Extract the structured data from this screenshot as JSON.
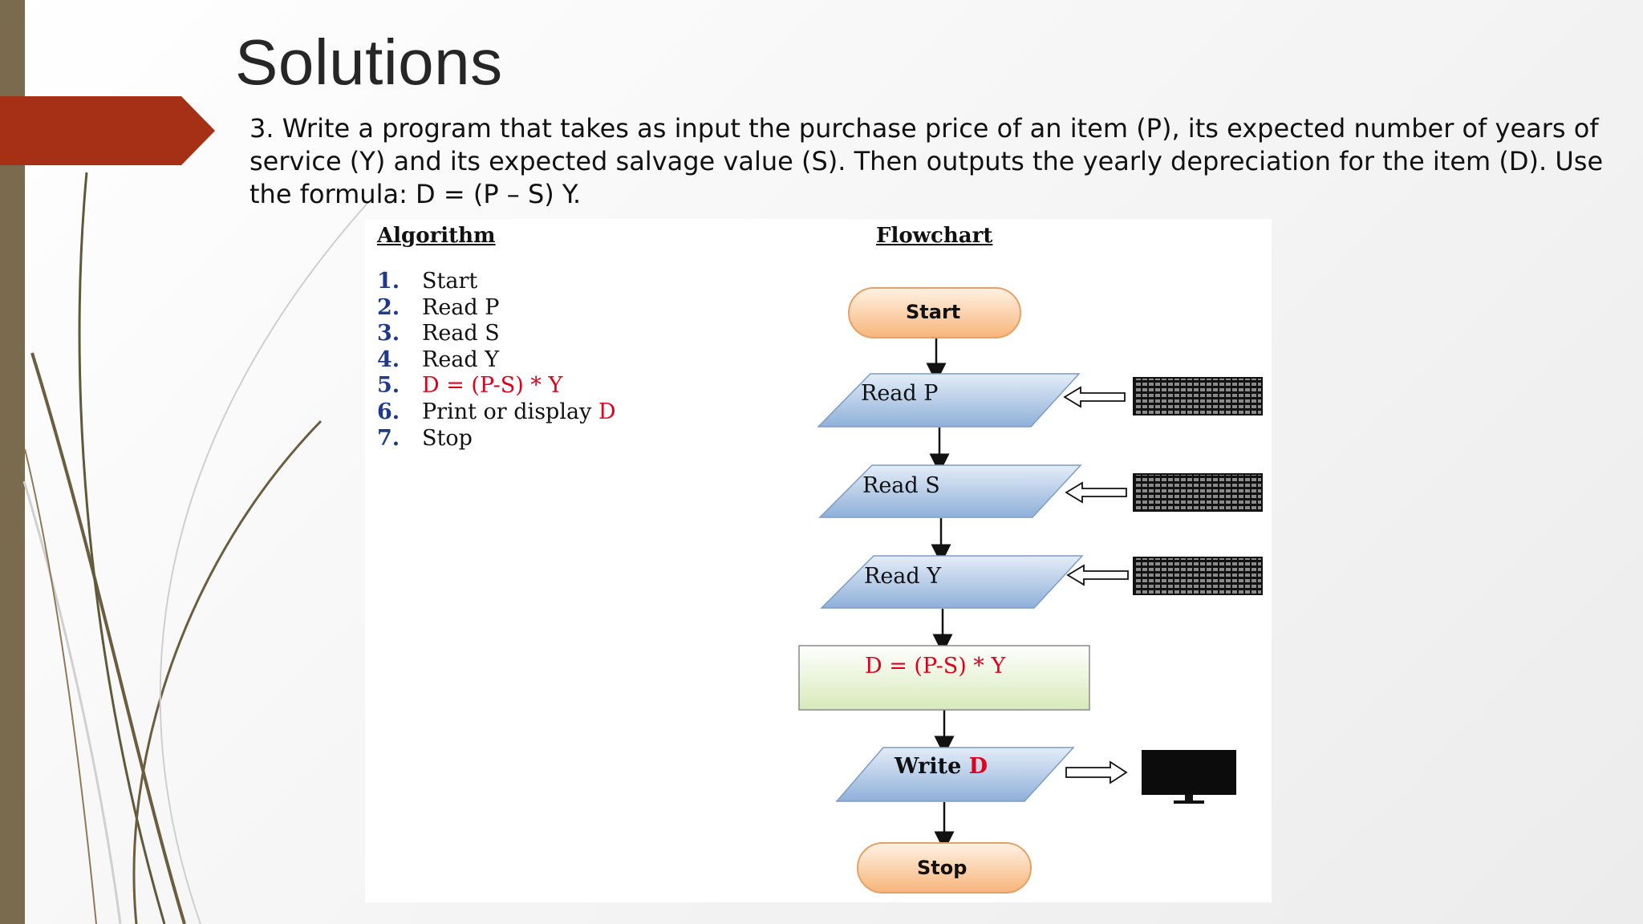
{
  "slide": {
    "title": "Solutions",
    "question": "3. Write a program that takes as input the purchase price of an item (P), its expected number of years of service (Y) and its expected salvage value (S). Then outputs the yearly depreciation for the item (D). Use the formula: D = (P – S) Y."
  },
  "algorithm": {
    "heading": "Algorithm",
    "steps": [
      {
        "num": "1.",
        "text": "Start",
        "highlight": ""
      },
      {
        "num": "2.",
        "text": "Read P",
        "highlight": ""
      },
      {
        "num": "3.",
        "text": "Read S",
        "highlight": ""
      },
      {
        "num": "4.",
        "text": "Read Y",
        "highlight": ""
      },
      {
        "num": "5.",
        "text": "",
        "highlight": "D = (P-S) * Y"
      },
      {
        "num": "6.",
        "text": "Print or display ",
        "highlight": "D"
      },
      {
        "num": "7.",
        "text": "Stop",
        "highlight": ""
      }
    ]
  },
  "flowchart": {
    "heading": "Flowchart",
    "start": "Start",
    "read_p": "Read   P",
    "read_s": "Read   S",
    "read_y": "Read   Y",
    "process": "D = (P-S) * Y",
    "write_label": "Write",
    "write_var": "D",
    "stop": "Stop",
    "input_icon": "keyboard-icon",
    "output_icon": "monitor-icon"
  },
  "colors": {
    "side_bar": "#7a6b4e",
    "accent_arrow": "#a53015",
    "terminal_fill": "#fbd3ae",
    "io_fill": "#b7cde8",
    "process_fill": "#e9f3d6",
    "highlight_text": "#e0001b"
  }
}
